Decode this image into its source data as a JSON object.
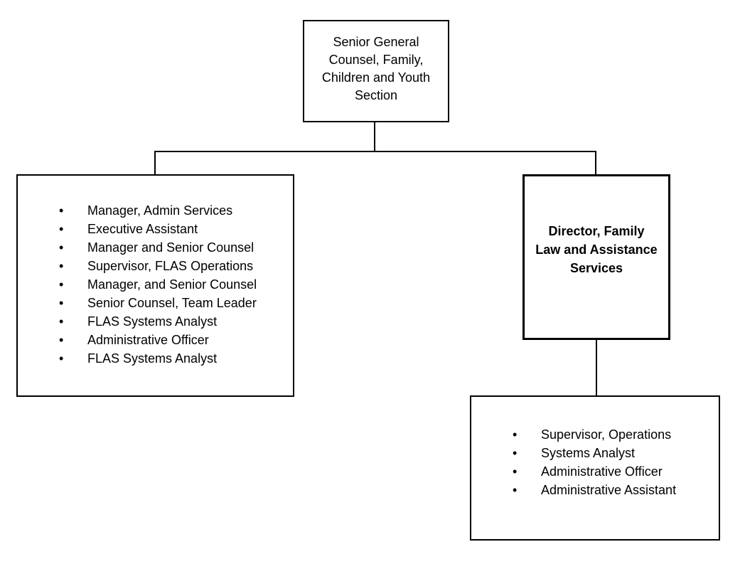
{
  "page": {
    "background_color": "#ffffff",
    "line_color": "#000000"
  },
  "org_chart": {
    "bullet_glyph": "•",
    "root_box": {
      "text": "Senior General\nCounsel, Family,\nChildren and Youth\nSection"
    },
    "left_team_box": {
      "roles": [
        "Manager, Admin Services",
        "Executive Assistant",
        "Manager and Senior Counsel",
        "Supervisor, FLAS Operations",
        "Manager, and Senior Counsel",
        "Senior Counsel, Team Leader",
        "FLAS Systems Analyst",
        "Administrative Officer",
        "FLAS Systems Analyst"
      ]
    },
    "director_box": {
      "text": "Director, Family\nLaw and Assistance\nServices"
    },
    "operations_team_box": {
      "roles": [
        "Supervisor, Operations",
        "Systems Analyst",
        "Administrative Officer",
        "Administrative Assistant"
      ]
    }
  }
}
